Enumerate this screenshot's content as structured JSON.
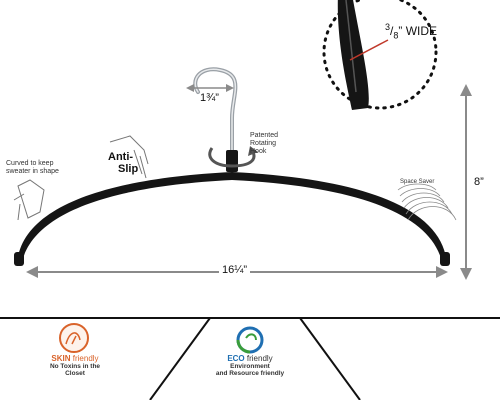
{
  "dimensions": {
    "hook_width": "1¾”",
    "span_width": "16¼”",
    "height": "8”",
    "wire_width_num": "3",
    "wire_width_den": "8",
    "wire_width_suffix": "” WIDE"
  },
  "callouts": {
    "curved_line1": "Curved to keep",
    "curved_line2": "sweater in shape",
    "anti": "Anti-",
    "slip": "Slip",
    "patented_line1": "Patented",
    "patented_line2": "Rotating",
    "patented_line3": "Hook",
    "space_saver": "Space Saver"
  },
  "badges": {
    "skin_word": "SKIN",
    "skin_friendly": " friendly",
    "skin_sub": "No Toxins in the Closet",
    "eco_word": "ECO",
    "eco_friendly": " friendly",
    "eco_sub1": "Environment",
    "eco_sub2": "and Resource friendly"
  },
  "colors": {
    "hanger": "#151515",
    "arrow": "#8a8a8a",
    "accent_red": "#c0392b",
    "skin_orange": "#d9632a",
    "eco_blue": "#1f6fb2",
    "eco_green": "#3a9d3a"
  }
}
